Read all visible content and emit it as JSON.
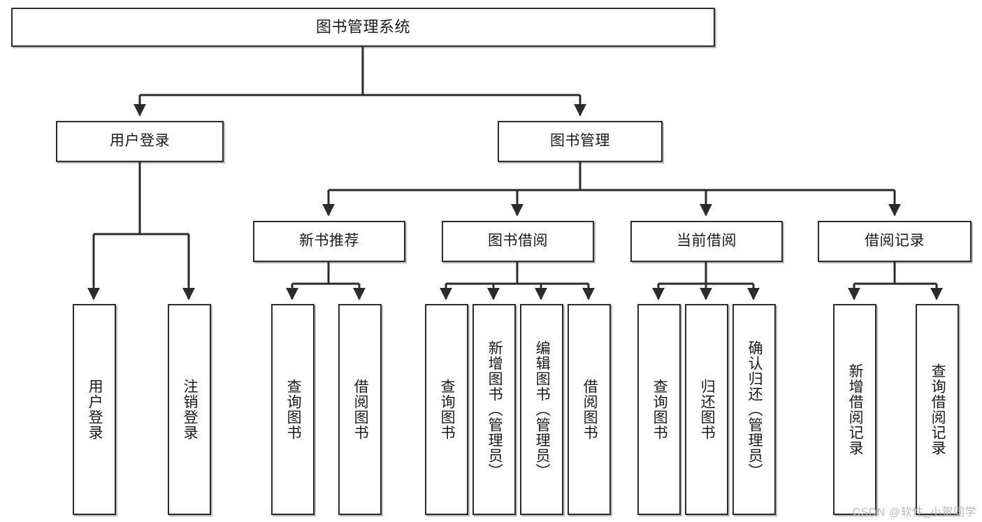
{
  "diagram": {
    "title": "图书管理系统",
    "watermark": "CSDN @软件_小贺同学",
    "colors": {
      "background": "#ffffff",
      "box_border": "#2b2b2b",
      "box_fill": "#ffffff",
      "text": "#1a1a1a",
      "edge": "#2b2b2b",
      "watermark": "#b9b9b9"
    },
    "root": {
      "label": "图书管理系统"
    },
    "level1": [
      {
        "label": "用户登录"
      },
      {
        "label": "图书管理"
      }
    ],
    "level2": [
      {
        "label": "新书推荐"
      },
      {
        "label": "图书借阅"
      },
      {
        "label": "当前借阅"
      },
      {
        "label": "借阅记录"
      }
    ],
    "leaves": {
      "user_login": [
        {
          "label": "用户登录"
        },
        {
          "label": "注销登录"
        }
      ],
      "new_book_recommend": [
        {
          "label": "查询图书"
        },
        {
          "label": "借阅图书"
        }
      ],
      "book_borrow": [
        {
          "label": "查询图书"
        },
        {
          "label": "新增图书（管理员）"
        },
        {
          "label": "编辑图书（管理员）"
        },
        {
          "label": "借阅图书"
        }
      ],
      "current_borrow": [
        {
          "label": "查询图书"
        },
        {
          "label": "归还图书"
        },
        {
          "label": "确认归还（管理员）"
        }
      ],
      "borrow_record": [
        {
          "label": "新增借阅记录"
        },
        {
          "label": "查询借阅记录"
        }
      ]
    }
  }
}
